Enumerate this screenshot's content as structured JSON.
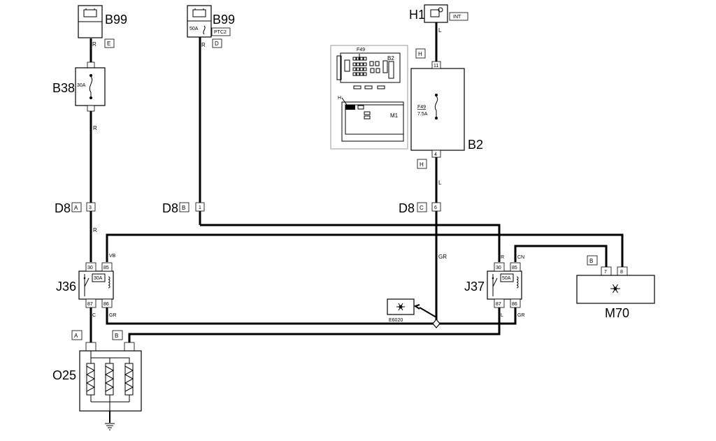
{
  "components": {
    "b99_left": {
      "name": "B99",
      "connector": "E",
      "wire_color": "R"
    },
    "b99_mid": {
      "name": "B99",
      "fuse_rating": "50A",
      "sub_label": "PTC2",
      "connector": "D",
      "wire_color": "R"
    },
    "h1": {
      "name": "H1",
      "sub_label": "INT",
      "wire_color": "L"
    },
    "b38": {
      "name": "B38",
      "fuse_rating": "30A",
      "wire_color": "R"
    },
    "b2": {
      "name": "B2",
      "fuse_name": "F49",
      "fuse_rating": "7.5A",
      "pin_top": "11",
      "pin_bottom": "4",
      "connector_top": "H",
      "connector_bottom": "H",
      "wire_color": "L"
    },
    "d8_a": {
      "name": "D8",
      "connector": "A",
      "pin": "3",
      "wire_color": "R"
    },
    "d8_b": {
      "name": "D8",
      "connector": "B",
      "pin": "1"
    },
    "d8_c": {
      "name": "D8",
      "connector": "C",
      "pin": "6",
      "wire_color": "GR"
    },
    "j36": {
      "name": "J36",
      "fuse_rating": "30A",
      "pins": [
        "30",
        "85",
        "87",
        "86"
      ],
      "wire_colors": [
        "VB",
        "C",
        "GR"
      ]
    },
    "j37": {
      "name": "J37",
      "fuse_rating": "50A",
      "pins": [
        "30",
        "85",
        "87",
        "86"
      ],
      "wire_colors": [
        "R",
        "CN",
        "L",
        "GR"
      ]
    },
    "m70": {
      "name": "M70",
      "connector": "B",
      "pins": [
        "7",
        "8"
      ]
    },
    "e6020": {
      "name": "E6020"
    },
    "o25": {
      "name": "O25",
      "connectors": [
        "A",
        "B"
      ]
    }
  },
  "locator": {
    "fuse_label": "F49",
    "box_b2": "B2",
    "box_m1": "M1",
    "connector_h": "H"
  },
  "icons": {
    "battery": "battery-icon",
    "ignition": "ignition-switch-icon",
    "fuse": "fuse-icon",
    "relay": "relay-icon",
    "snowflake": "snowflake-icon",
    "heater": "heater-element-icon",
    "ground": "ground-icon"
  },
  "colors": {
    "ink": "#000000",
    "background": "#ffffff",
    "locator_border": "#999999"
  }
}
